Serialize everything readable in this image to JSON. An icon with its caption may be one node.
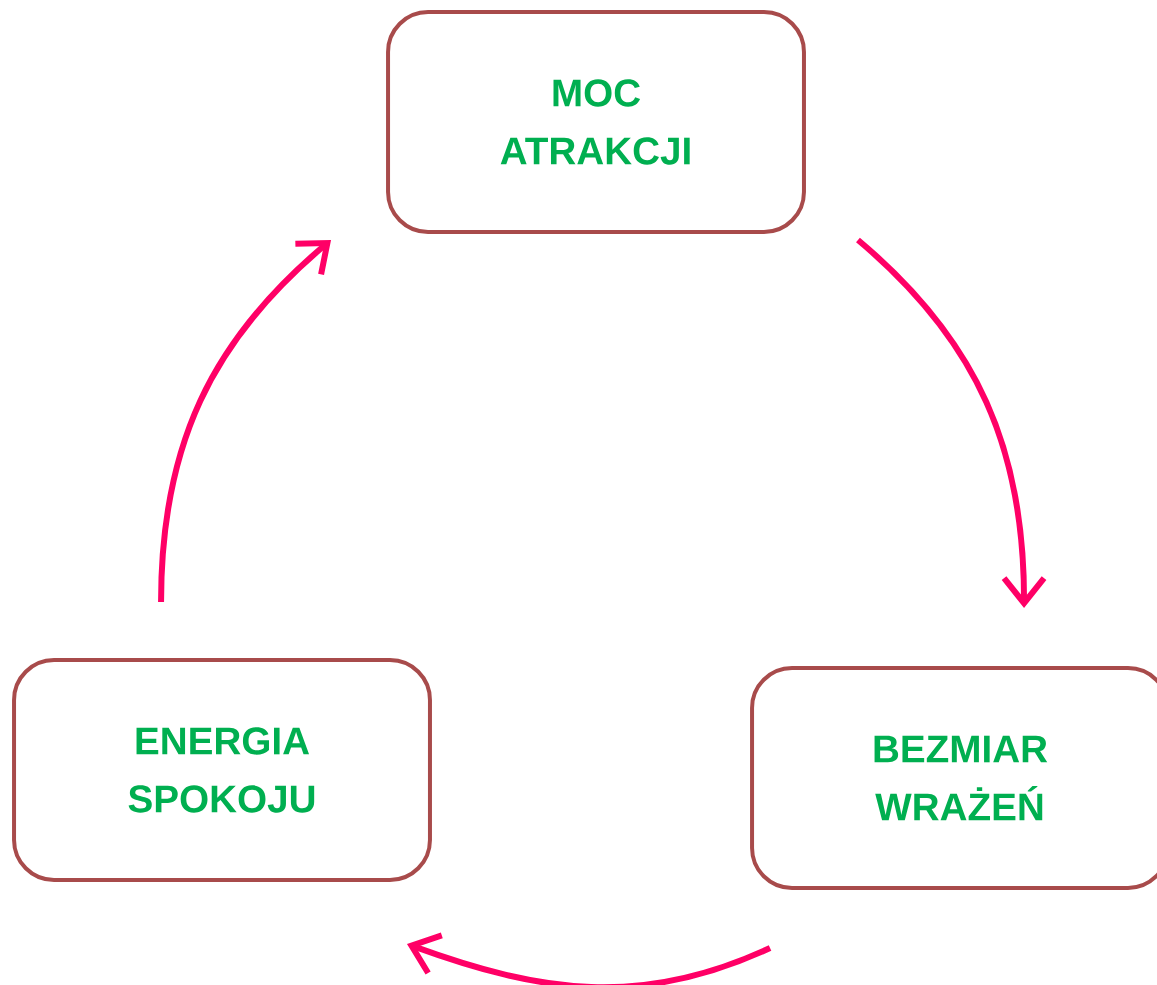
{
  "diagram": {
    "nodes": [
      {
        "text": [
          "MOC ATRAKCJI"
        ]
      },
      {
        "text": [
          "BEZMIAR WRAŻEŃ"
        ]
      },
      {
        "text": [
          "ENERGIA SPOKOJU"
        ]
      }
    ],
    "edges": [
      {
        "from": 0,
        "to": 1,
        "arrow": "to"
      },
      {
        "from": 1,
        "to": 2,
        "arrow": "to"
      },
      {
        "from": 2,
        "to": 0,
        "arrow": "to"
      }
    ]
  }
}
